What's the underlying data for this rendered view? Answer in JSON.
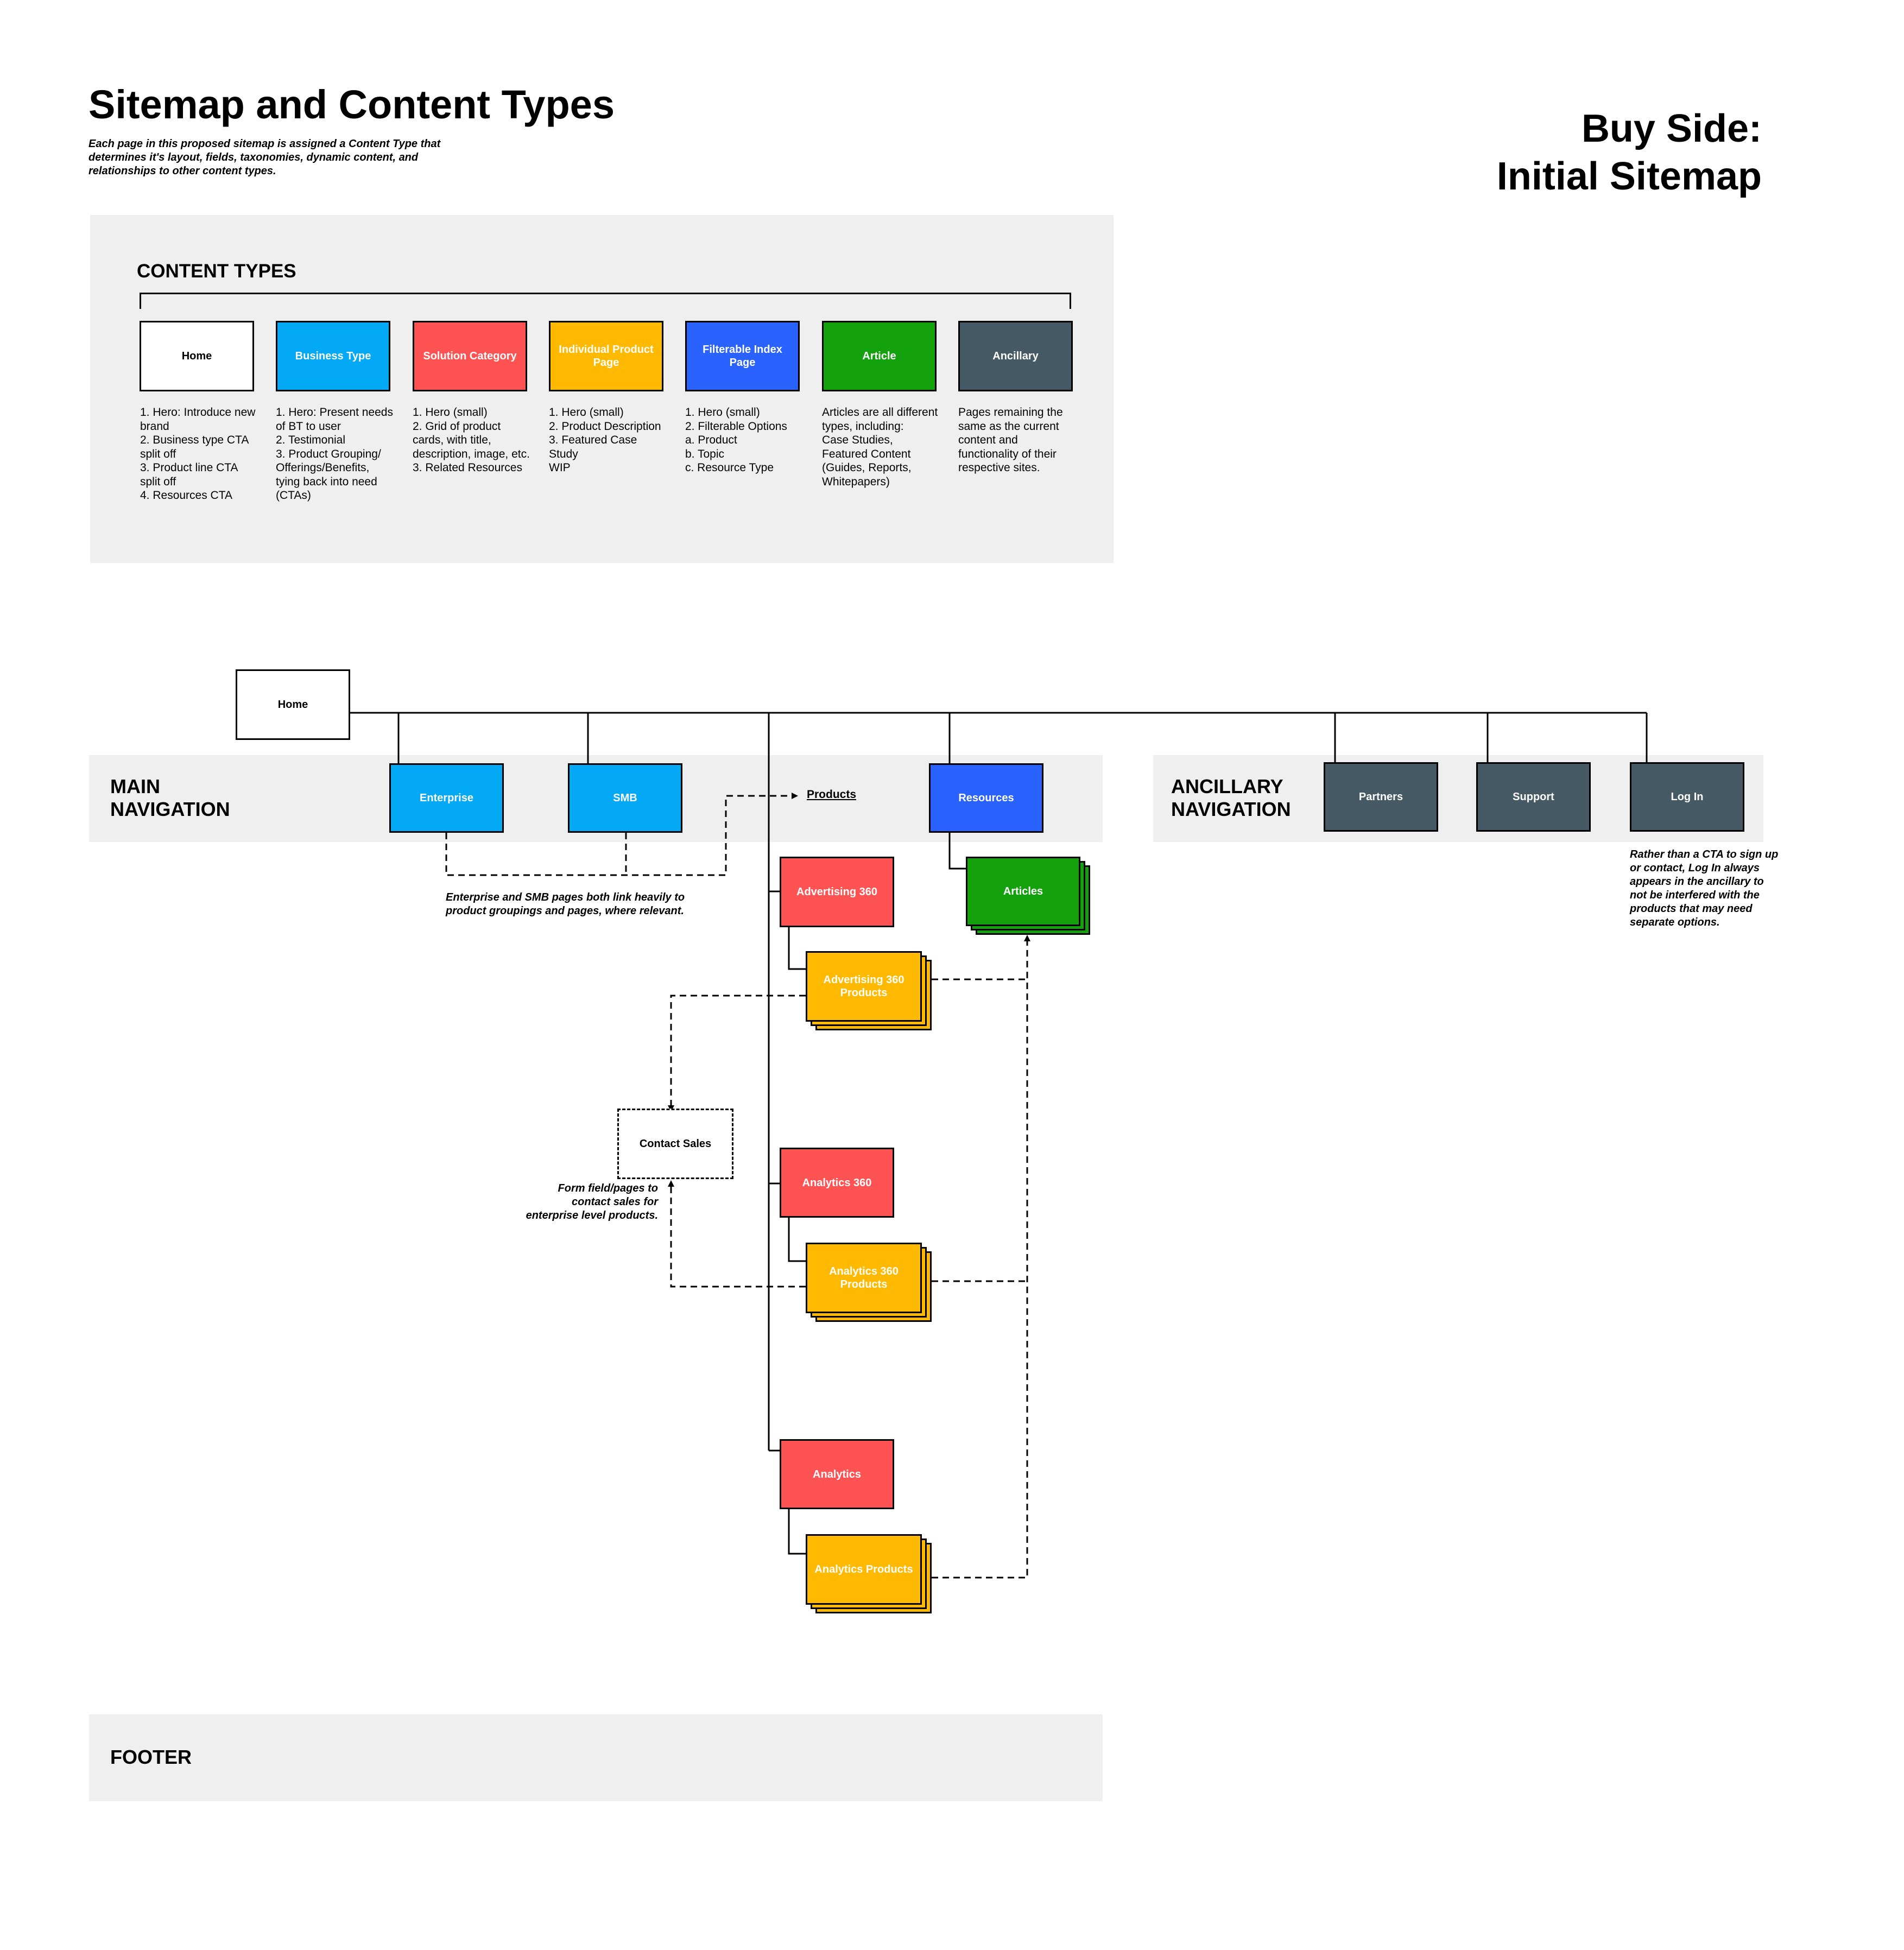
{
  "header": {
    "title": "Sitemap and Content Types",
    "subtitle": "Each page in this proposed sitemap is assigned a Content Type that determines it's layout, fields, taxonomies, dynamic content, and relationships to other content types.",
    "side_title": "Buy Side:\nInitial Sitemap"
  },
  "legend": {
    "title": "CONTENT TYPES",
    "types": [
      {
        "label": "Home",
        "color": "#ffffff",
        "text_color": "#000000",
        "description": "1. Hero: Introduce new brand\n2. Business type CTA split off\n3. Product line CTA split off\n4. Resources CTA"
      },
      {
        "label": "Business Type",
        "color": "#03a9f4",
        "text_color": "#ffffff",
        "description": "1. Hero: Present needs of BT to user\n2. Testimonial\n3. Product Grouping/ Offerings/Benefits, tying back into need (CTAs)"
      },
      {
        "label": "Solution Category",
        "color": "#ff5252",
        "text_color": "#ffffff",
        "description": "1. Hero (small)\n2. Grid of product cards, with title, description, image, etc.\n3. Related Resources"
      },
      {
        "label": "Individual Product Page",
        "color": "#ffb900",
        "text_color": "#ffffff",
        "description": "1. Hero (small)\n2. Product Description\n3. Featured Case Study\nWIP"
      },
      {
        "label": "Filterable Index Page",
        "color": "#2962ff",
        "text_color": "#ffffff",
        "description": "1. Hero (small)\n2. Filterable Options\na. Product\nb. Topic\nc. Resource Type"
      },
      {
        "label": "Article",
        "color": "#13a10e",
        "text_color": "#ffffff",
        "description": "Articles are all different types, including:\nCase Studies, Featured Content (Guides, Reports, Whitepapers)"
      },
      {
        "label": "Ancillary",
        "color": "#455a64",
        "text_color": "#ffffff",
        "description": "Pages remaining the same as the current content and functionality of their respective sites."
      }
    ]
  },
  "sitemap": {
    "home": "Home",
    "main_nav_label": "MAIN\nNAVIGATION",
    "ancillary_nav_label": "ANCILLARY\nNAVIGATION",
    "footer_label": "FOOTER",
    "enterprise": "Enterprise",
    "smb": "SMB",
    "products": "Products",
    "resources": "Resources",
    "articles": "Articles",
    "partners": "Partners",
    "support": "Support",
    "login": "Log In",
    "advertising_360": "Advertising 360",
    "advertising_360_products": "Advertising 360 Products",
    "analytics_360": "Analytics 360",
    "analytics_360_products": "Analytics 360 Products",
    "analytics": "Analytics",
    "analytics_products": "Analytics Products",
    "contact_sales": "Contact Sales",
    "notes": {
      "enterprise_smb": "Enterprise and SMB pages both link heavily to\nproduct groupings and pages, where relevant.",
      "contact_sales": "Form field/pages to\ncontact sales for\nenterprise level products.",
      "login": "Rather than a CTA to sign up\nor contact, Log In always\nappears in the ancillary to\nnot be interfered with the\nproducts that may need\nseparate options."
    }
  }
}
